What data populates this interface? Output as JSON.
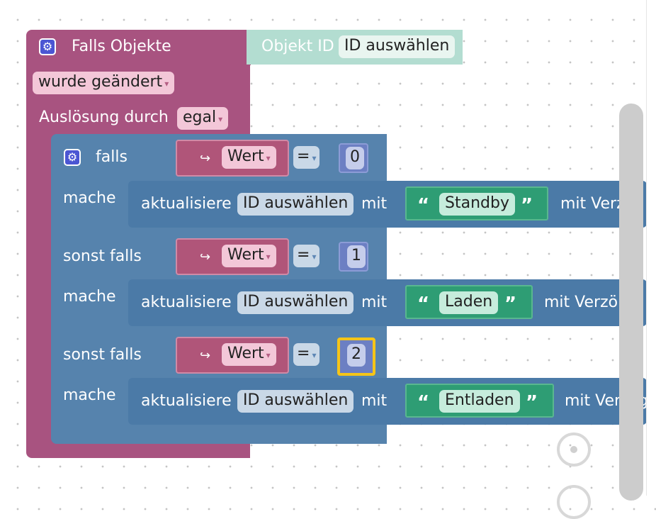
{
  "trigger": {
    "title": "Falls Objekte",
    "object_id_label": "Objekt ID",
    "object_id_value": "ID auswählen",
    "event_value": "wurde geändert",
    "cause_label": "Auslösung durch",
    "cause_value": "egal"
  },
  "if_block": {
    "if_label": "falls",
    "do_label": "mache",
    "elseif_label": "sonst falls",
    "conditions": [
      {
        "var_icon": "↪",
        "var": "Wert",
        "op": "=",
        "value": "0"
      },
      {
        "var_icon": "↪",
        "var": "Wert",
        "op": "=",
        "value": "1"
      },
      {
        "var_icon": "↪",
        "var": "Wert",
        "op": "=",
        "value": "2"
      }
    ],
    "actions": [
      {
        "label": "aktualisiere",
        "target": "ID auswählen",
        "with": "mit",
        "text": "Standby",
        "delay": "mit Verzög"
      },
      {
        "label": "aktualisiere",
        "target": "ID auswählen",
        "with": "mit",
        "text": "Laden",
        "delay": "mit Verzö"
      },
      {
        "label": "aktualisiere",
        "target": "ID auswählen",
        "with": "mit",
        "text": "Entladen",
        "delay": "mit Verzög"
      }
    ]
  },
  "colors": {
    "trigger_block": "#a85380",
    "if_block": "#5683ad",
    "object_id_block": "#b3ddd1",
    "string_block": "#2e9d74",
    "number_selected_outline": "#f5c518"
  },
  "icons": {
    "gear": "gear-icon",
    "open_quote": "“",
    "close_quote": "”"
  }
}
